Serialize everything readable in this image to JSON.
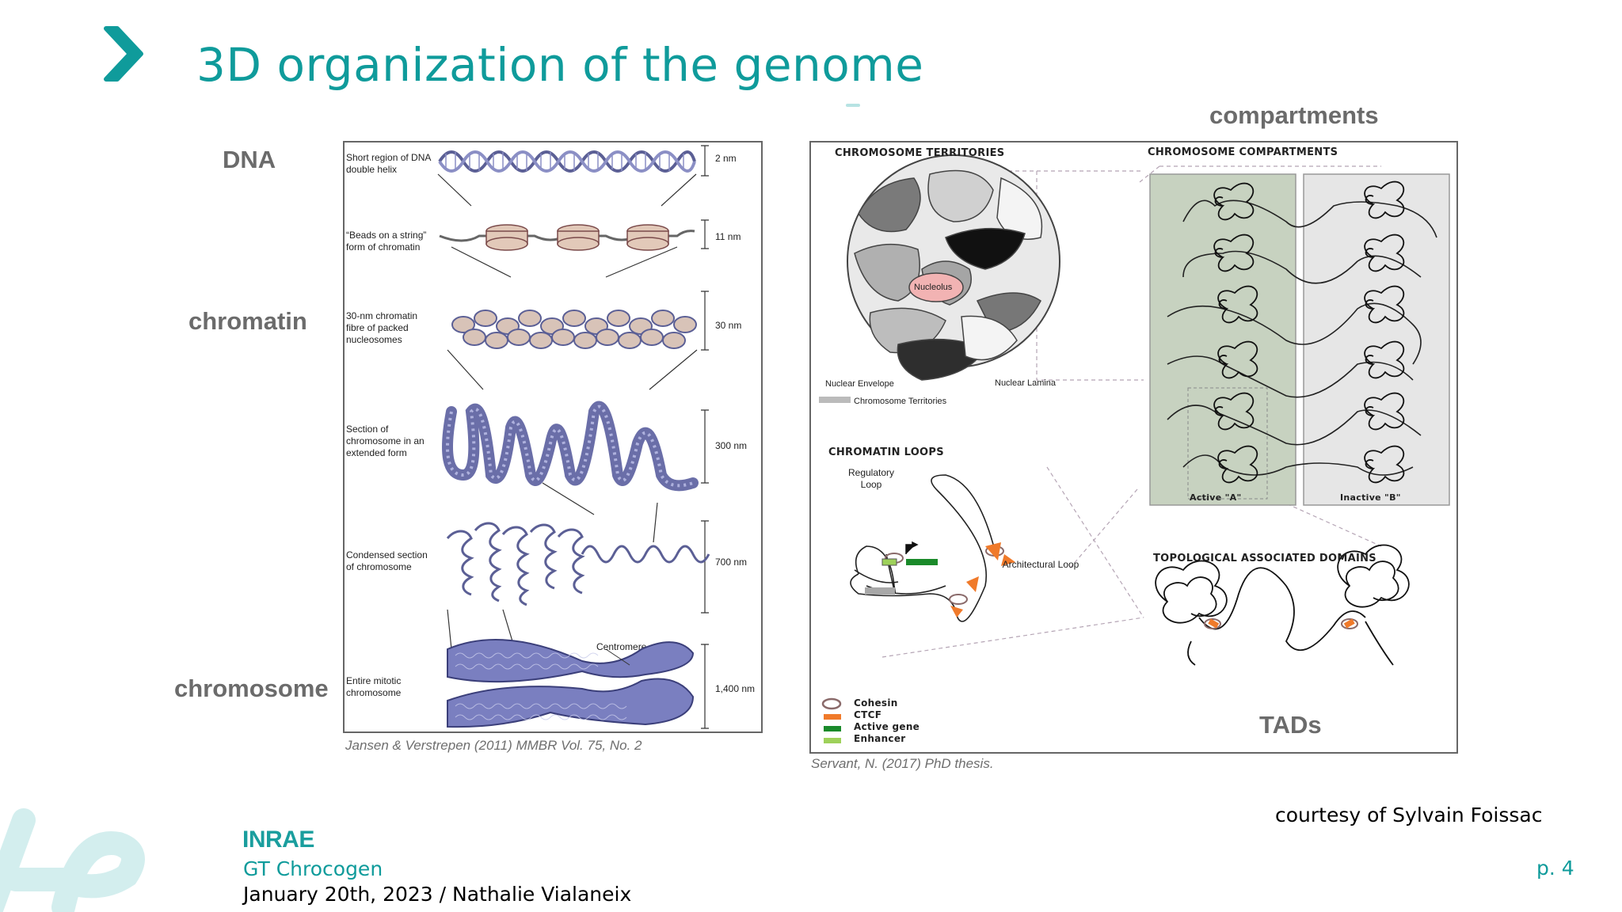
{
  "slide": {
    "title": "3D organization of the genome",
    "accent_color": "#0f9b9b",
    "page_number": "p. 4"
  },
  "left_figure": {
    "side_labels": [
      "DNA",
      "chromatin",
      "chromosome"
    ],
    "rows": [
      {
        "label": "Short region of DNA double helix",
        "scale": "2 nm"
      },
      {
        "label": "“Beads on a string” form of chromatin",
        "scale": "11 nm"
      },
      {
        "label": "30-nm chromatin fibre of packed nucleosomes",
        "scale": "30 nm"
      },
      {
        "label": "Section of chromosome in an extended form",
        "scale": "300 nm"
      },
      {
        "label": "Condensed section of chromosome",
        "scale": "700 nm"
      },
      {
        "label": "Entire mitotic chromosome",
        "scale": "1,400 nm"
      }
    ],
    "centromere_label": "Centromere",
    "caption": "Jansen & Verstrepen (2011) MMBR Vol. 75, No. 2"
  },
  "right_figure": {
    "top_label": "compartments",
    "bottom_label": "TADs",
    "territories_header": "CHROMOSOME TERRITORIES",
    "compartments_header": "CHROMOSOME COMPARTMENTS",
    "loops_header": "CHROMATIN LOOPS",
    "tad_header": "TOPOLOGICAL ASSOCIATED DOMAINS",
    "nucleolus": "Nucleolus",
    "nuclear_envelope": "Nuclear Envelope",
    "nuclear_lamina": "Nuclear Lamina",
    "territories_legend": "Chromosome Territories",
    "active": "Active \"A\"",
    "inactive": "Inactive \"B\"",
    "regulatory_loop": "Regulatory Loop",
    "architectural_loop": "Architectural Loop",
    "legend": [
      {
        "label": "Cohesin",
        "color": "#8a6a6a"
      },
      {
        "label": "CTCF",
        "color": "#f07a2a"
      },
      {
        "label": "Active gene",
        "color": "#1a8a2a"
      },
      {
        "label": "Enhancer",
        "color": "#9ed15a"
      }
    ],
    "caption": "Servant, N. (2017) PhD thesis."
  },
  "courtesy": "courtesy of Sylvain Foissac",
  "footer": {
    "logo": "INRAE",
    "line1": "GT Chrocogen",
    "line2": "January 20th, 2023 / Nathalie Vialaneix"
  }
}
